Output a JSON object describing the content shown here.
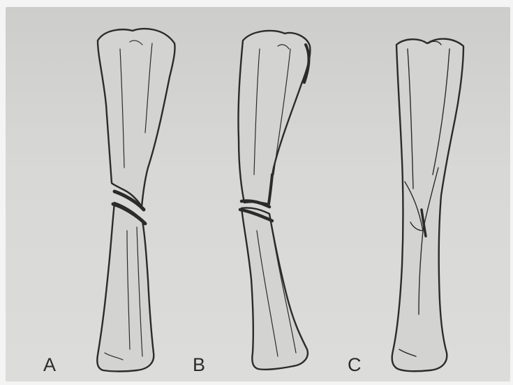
{
  "figure": {
    "panels": [
      {
        "id": "A",
        "label": "A"
      },
      {
        "id": "B",
        "label": "B"
      },
      {
        "id": "C",
        "label": "C"
      }
    ],
    "colors": {
      "paper": "#d6d6d4",
      "ink": "#2b2b2b",
      "bone_fill": "#d3d3d1"
    }
  }
}
